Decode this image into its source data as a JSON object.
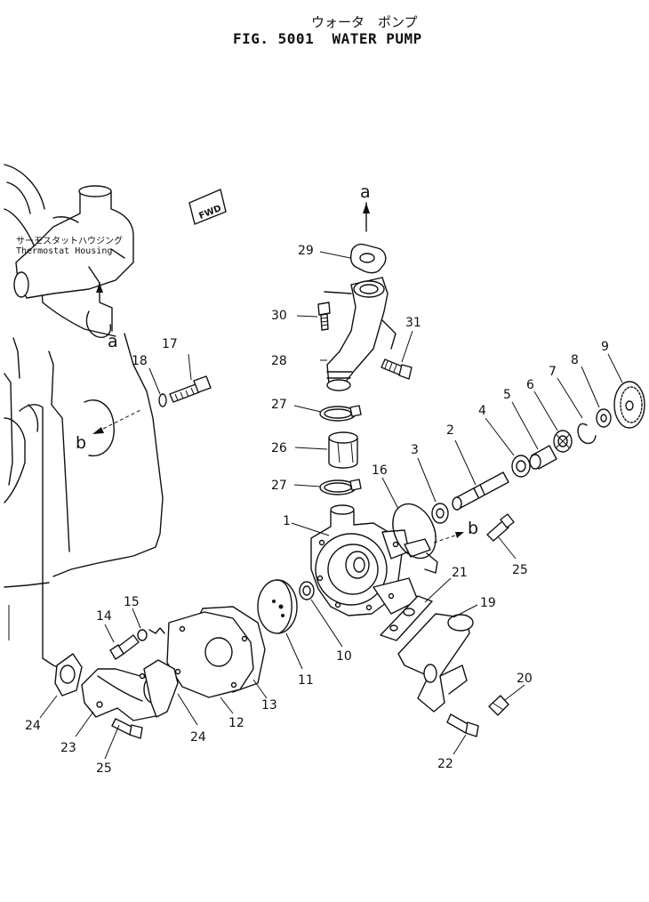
{
  "figure": {
    "title_jp": "ウォータ　ポンプ",
    "title": "FIG. 5001  WATER PUMP"
  },
  "notes": {
    "thermostat_jp": "サーモスタットハウジング",
    "thermostat_en": "Thermostat  Housing",
    "fwd": "FWD"
  },
  "refs": {
    "a": "a",
    "b": "b"
  },
  "parts": {
    "p1": "1",
    "p2": "2",
    "p3": "3",
    "p4": "4",
    "p5": "5",
    "p6": "6",
    "p7": "7",
    "p8": "8",
    "p9": "9",
    "p10": "10",
    "p11": "11",
    "p12": "12",
    "p13": "13",
    "p14": "14",
    "p15": "15",
    "p16": "16",
    "p17": "17",
    "p18": "18",
    "p19": "19",
    "p20": "20",
    "p21": "21",
    "p22": "22",
    "p23": "23",
    "p24": "24",
    "p25": "25",
    "p26": "26",
    "p27": "27",
    "p28": "28",
    "p29": "29",
    "p30": "30",
    "p31": "31"
  }
}
